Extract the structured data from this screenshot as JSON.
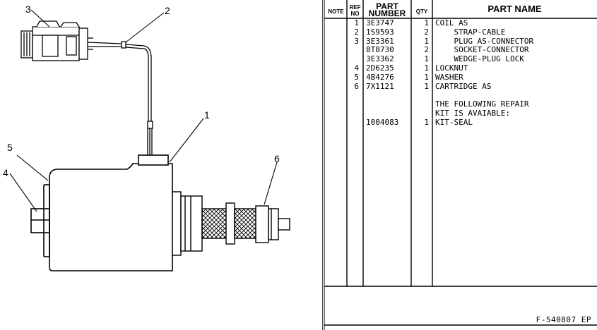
{
  "drawing": {
    "callouts": [
      "1",
      "2",
      "3",
      "4",
      "5",
      "6"
    ]
  },
  "table": {
    "headers": {
      "note": "NOTE",
      "ref_no_line1": "REF",
      "ref_no_line2": "NO",
      "part_number_line1": "PART",
      "part_number_line2": "NUMBER",
      "qty": "QTY",
      "part_name": "PART NAME"
    },
    "rows": [
      {
        "ref": "1",
        "part_number": "3E3747",
        "qty": "1",
        "name": "COIL AS"
      },
      {
        "ref": "2",
        "part_number": "1S9593",
        "qty": "2",
        "name": "    STRAP-CABLE"
      },
      {
        "ref": "3",
        "part_number": "3E3361",
        "qty": "1",
        "name": "    PLUG AS-CONNECTOR"
      },
      {
        "ref": "",
        "part_number": "8T8730",
        "qty": "2",
        "name": "    SOCKET-CONNECTOR"
      },
      {
        "ref": "",
        "part_number": "3E3362",
        "qty": "1",
        "name": "    WEDGE-PLUG LOCK"
      },
      {
        "ref": "4",
        "part_number": "2D6235",
        "qty": "1",
        "name": "LOCKNUT"
      },
      {
        "ref": "5",
        "part_number": "4B4276",
        "qty": "1",
        "name": "WASHER"
      },
      {
        "ref": "6",
        "part_number": "7X1121",
        "qty": "1",
        "name": "CARTRIDGE AS"
      },
      {
        "ref": "",
        "part_number": "",
        "qty": "",
        "name": ""
      },
      {
        "ref": "",
        "part_number": "",
        "qty": "",
        "name": "THE FOLLOWING REPAIR"
      },
      {
        "ref": "",
        "part_number": "",
        "qty": "",
        "name": "KIT IS AVAIABLE:"
      },
      {
        "ref": "",
        "part_number": "1004083",
        "qty": "1",
        "name": "KIT-SEAL"
      }
    ],
    "figure_code": "F-540807 EP"
  }
}
